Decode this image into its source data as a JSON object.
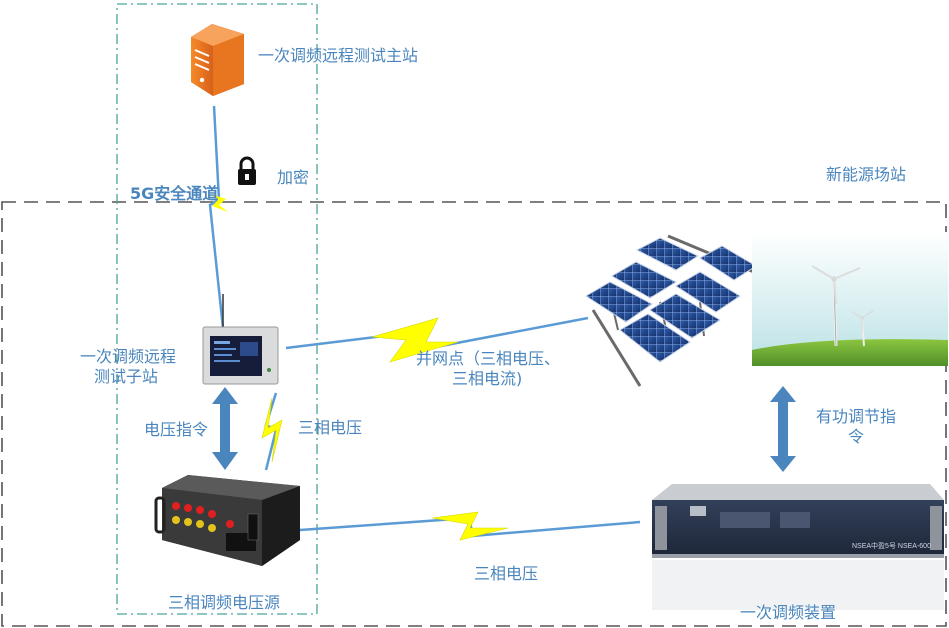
{
  "labels": {
    "master_station": "一次调频远程测试主站",
    "secure_channel": "5G安全通道",
    "encryption": "加密",
    "renewable_station": "新能源场站",
    "substation_line1": "一次调频远程",
    "substation_line2": "测试子站",
    "grid_point_line1": "并网点（三相电压、",
    "grid_point_line2": "三相电流)",
    "voltage_command": "电压指令",
    "three_phase_voltage_upper": "三相电压",
    "active_power_line1": "有功调节指",
    "active_power_line2": "令",
    "three_phase_voltage_lower": "三相电压",
    "voltage_source": "三相调频电压源",
    "frequency_device": "一次调频装置"
  },
  "devices": {
    "device_panel_text": "NSEA中盈5号 NSEA-600"
  },
  "colors": {
    "label_text": "#4a86bd",
    "signal_line": "#5b9bd5",
    "lightning": "#ffff00",
    "arrow": "#4a86bd",
    "dash_outer": "#555555",
    "dash_inner": "#4aa39b"
  },
  "icons": [
    "server-icon",
    "padlock-icon",
    "lightning-icon",
    "solar-panel-icon",
    "wind-turbine-icon",
    "double-arrow-icon"
  ]
}
